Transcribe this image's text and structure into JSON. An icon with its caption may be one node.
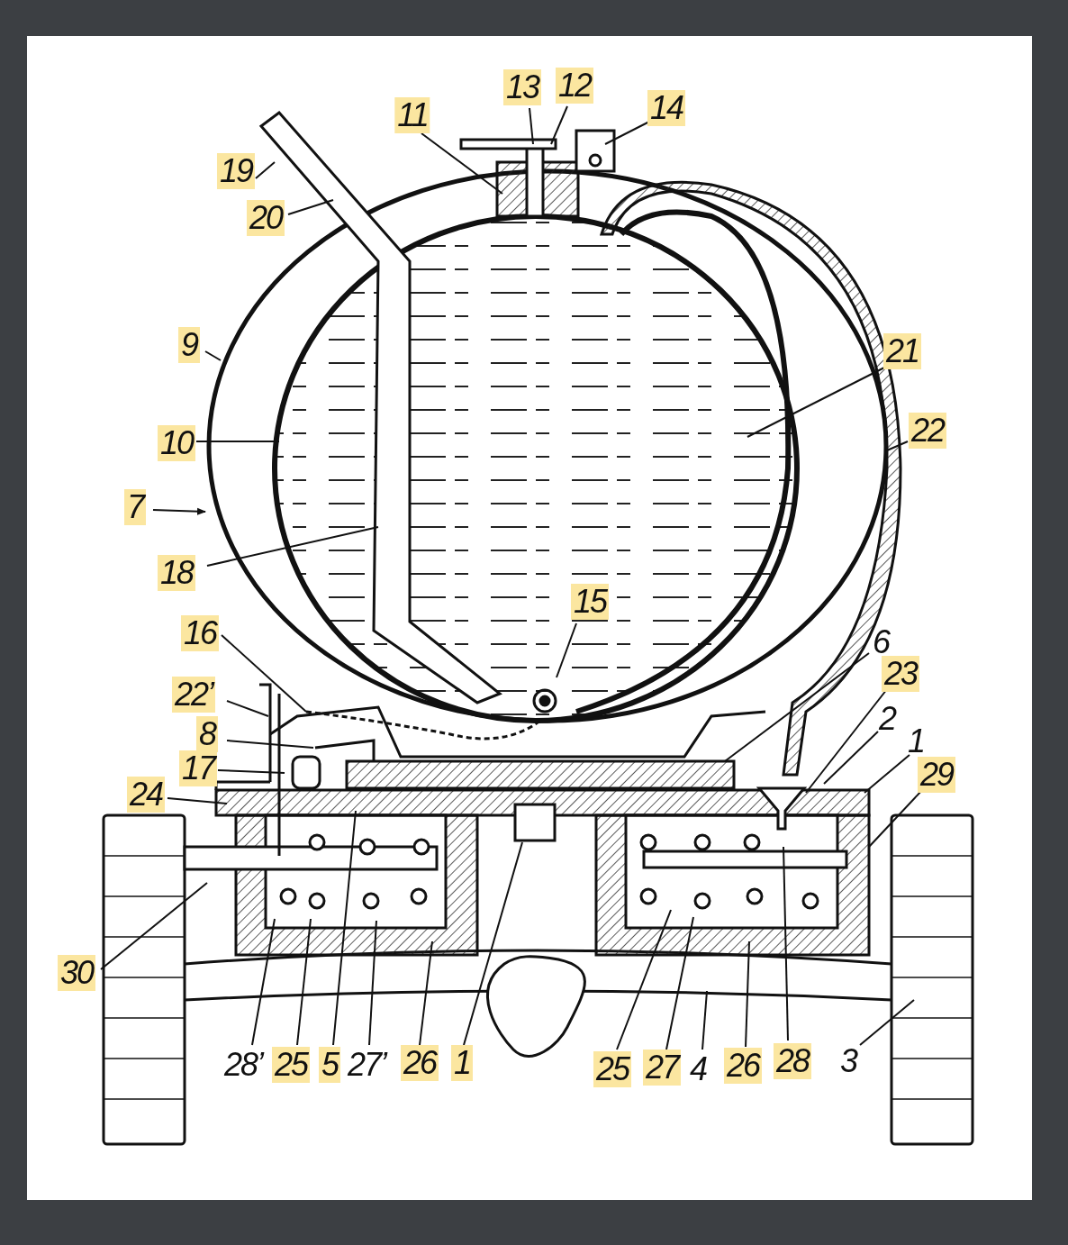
{
  "diagram": {
    "nodes": [
      {
        "text": [
          "13"
        ]
      },
      {
        "text": [
          "12"
        ]
      },
      {
        "text": [
          "11"
        ]
      },
      {
        "text": [
          "14"
        ]
      },
      {
        "text": [
          "19"
        ]
      },
      {
        "text": [
          "20"
        ]
      },
      {
        "text": [
          "9"
        ]
      },
      {
        "text": [
          "21"
        ]
      },
      {
        "text": [
          "10"
        ]
      },
      {
        "text": [
          "22"
        ]
      },
      {
        "text": [
          "7"
        ]
      },
      {
        "text": [
          "18"
        ]
      },
      {
        "text": [
          "15"
        ]
      },
      {
        "text": [
          "16"
        ]
      },
      {
        "text": [
          "6"
        ]
      },
      {
        "text": [
          "22’"
        ]
      },
      {
        "text": [
          "23"
        ]
      },
      {
        "text": [
          "8"
        ]
      },
      {
        "text": [
          "2"
        ]
      },
      {
        "text": [
          "1"
        ]
      },
      {
        "text": [
          "17"
        ]
      },
      {
        "text": [
          "29"
        ]
      },
      {
        "text": [
          "24"
        ]
      },
      {
        "text": [
          "30"
        ]
      },
      {
        "text": [
          "28’"
        ]
      },
      {
        "text": [
          "25"
        ]
      },
      {
        "text": [
          "5"
        ]
      },
      {
        "text": [
          "27’"
        ]
      },
      {
        "text": [
          "26"
        ]
      },
      {
        "text": [
          "1"
        ]
      },
      {
        "text": [
          "25"
        ]
      },
      {
        "text": [
          "27"
        ]
      },
      {
        "text": [
          "4"
        ]
      },
      {
        "text": [
          "26"
        ]
      },
      {
        "text": [
          "28"
        ]
      },
      {
        "text": [
          "3"
        ]
      }
    ],
    "edges": [
      {
        "from": 0,
        "to": null,
        "arrow": "none"
      },
      {
        "from": 1,
        "to": null,
        "arrow": "none"
      },
      {
        "from": 2,
        "to": null,
        "arrow": "none"
      },
      {
        "from": 3,
        "to": null,
        "arrow": "none"
      },
      {
        "from": 4,
        "to": null,
        "arrow": "none"
      },
      {
        "from": 5,
        "to": null,
        "arrow": "none"
      },
      {
        "from": 6,
        "to": null,
        "arrow": "none"
      },
      {
        "from": 7,
        "to": null,
        "arrow": "none"
      },
      {
        "from": 8,
        "to": null,
        "arrow": "none"
      },
      {
        "from": 9,
        "to": null,
        "arrow": "none"
      },
      {
        "from": 10,
        "to": null,
        "arrow": "to"
      },
      {
        "from": 11,
        "to": null,
        "arrow": "none"
      },
      {
        "from": 12,
        "to": null,
        "arrow": "none"
      },
      {
        "from": 13,
        "to": null,
        "arrow": "none"
      },
      {
        "from": 14,
        "to": null,
        "arrow": "none"
      },
      {
        "from": 15,
        "to": null,
        "arrow": "none"
      },
      {
        "from": 16,
        "to": null,
        "arrow": "none"
      },
      {
        "from": 17,
        "to": null,
        "arrow": "none"
      },
      {
        "from": 18,
        "to": null,
        "arrow": "none"
      },
      {
        "from": 19,
        "to": null,
        "arrow": "none"
      },
      {
        "from": 20,
        "to": null,
        "arrow": "none"
      },
      {
        "from": 21,
        "to": null,
        "arrow": "none"
      },
      {
        "from": 22,
        "to": null,
        "arrow": "none"
      },
      {
        "from": 23,
        "to": null,
        "arrow": "none"
      },
      {
        "from": 24,
        "to": null,
        "arrow": "none"
      },
      {
        "from": 25,
        "to": null,
        "arrow": "none"
      },
      {
        "from": 26,
        "to": null,
        "arrow": "none"
      },
      {
        "from": 27,
        "to": null,
        "arrow": "none"
      },
      {
        "from": 28,
        "to": null,
        "arrow": "none"
      },
      {
        "from": 29,
        "to": null,
        "arrow": "none"
      },
      {
        "from": 30,
        "to": null,
        "arrow": "none"
      },
      {
        "from": 31,
        "to": null,
        "arrow": "none"
      },
      {
        "from": 32,
        "to": null,
        "arrow": "none"
      },
      {
        "from": 33,
        "to": null,
        "arrow": "none"
      },
      {
        "from": 34,
        "to": null,
        "arrow": "none"
      },
      {
        "from": 35,
        "to": null,
        "arrow": "none"
      }
    ]
  }
}
